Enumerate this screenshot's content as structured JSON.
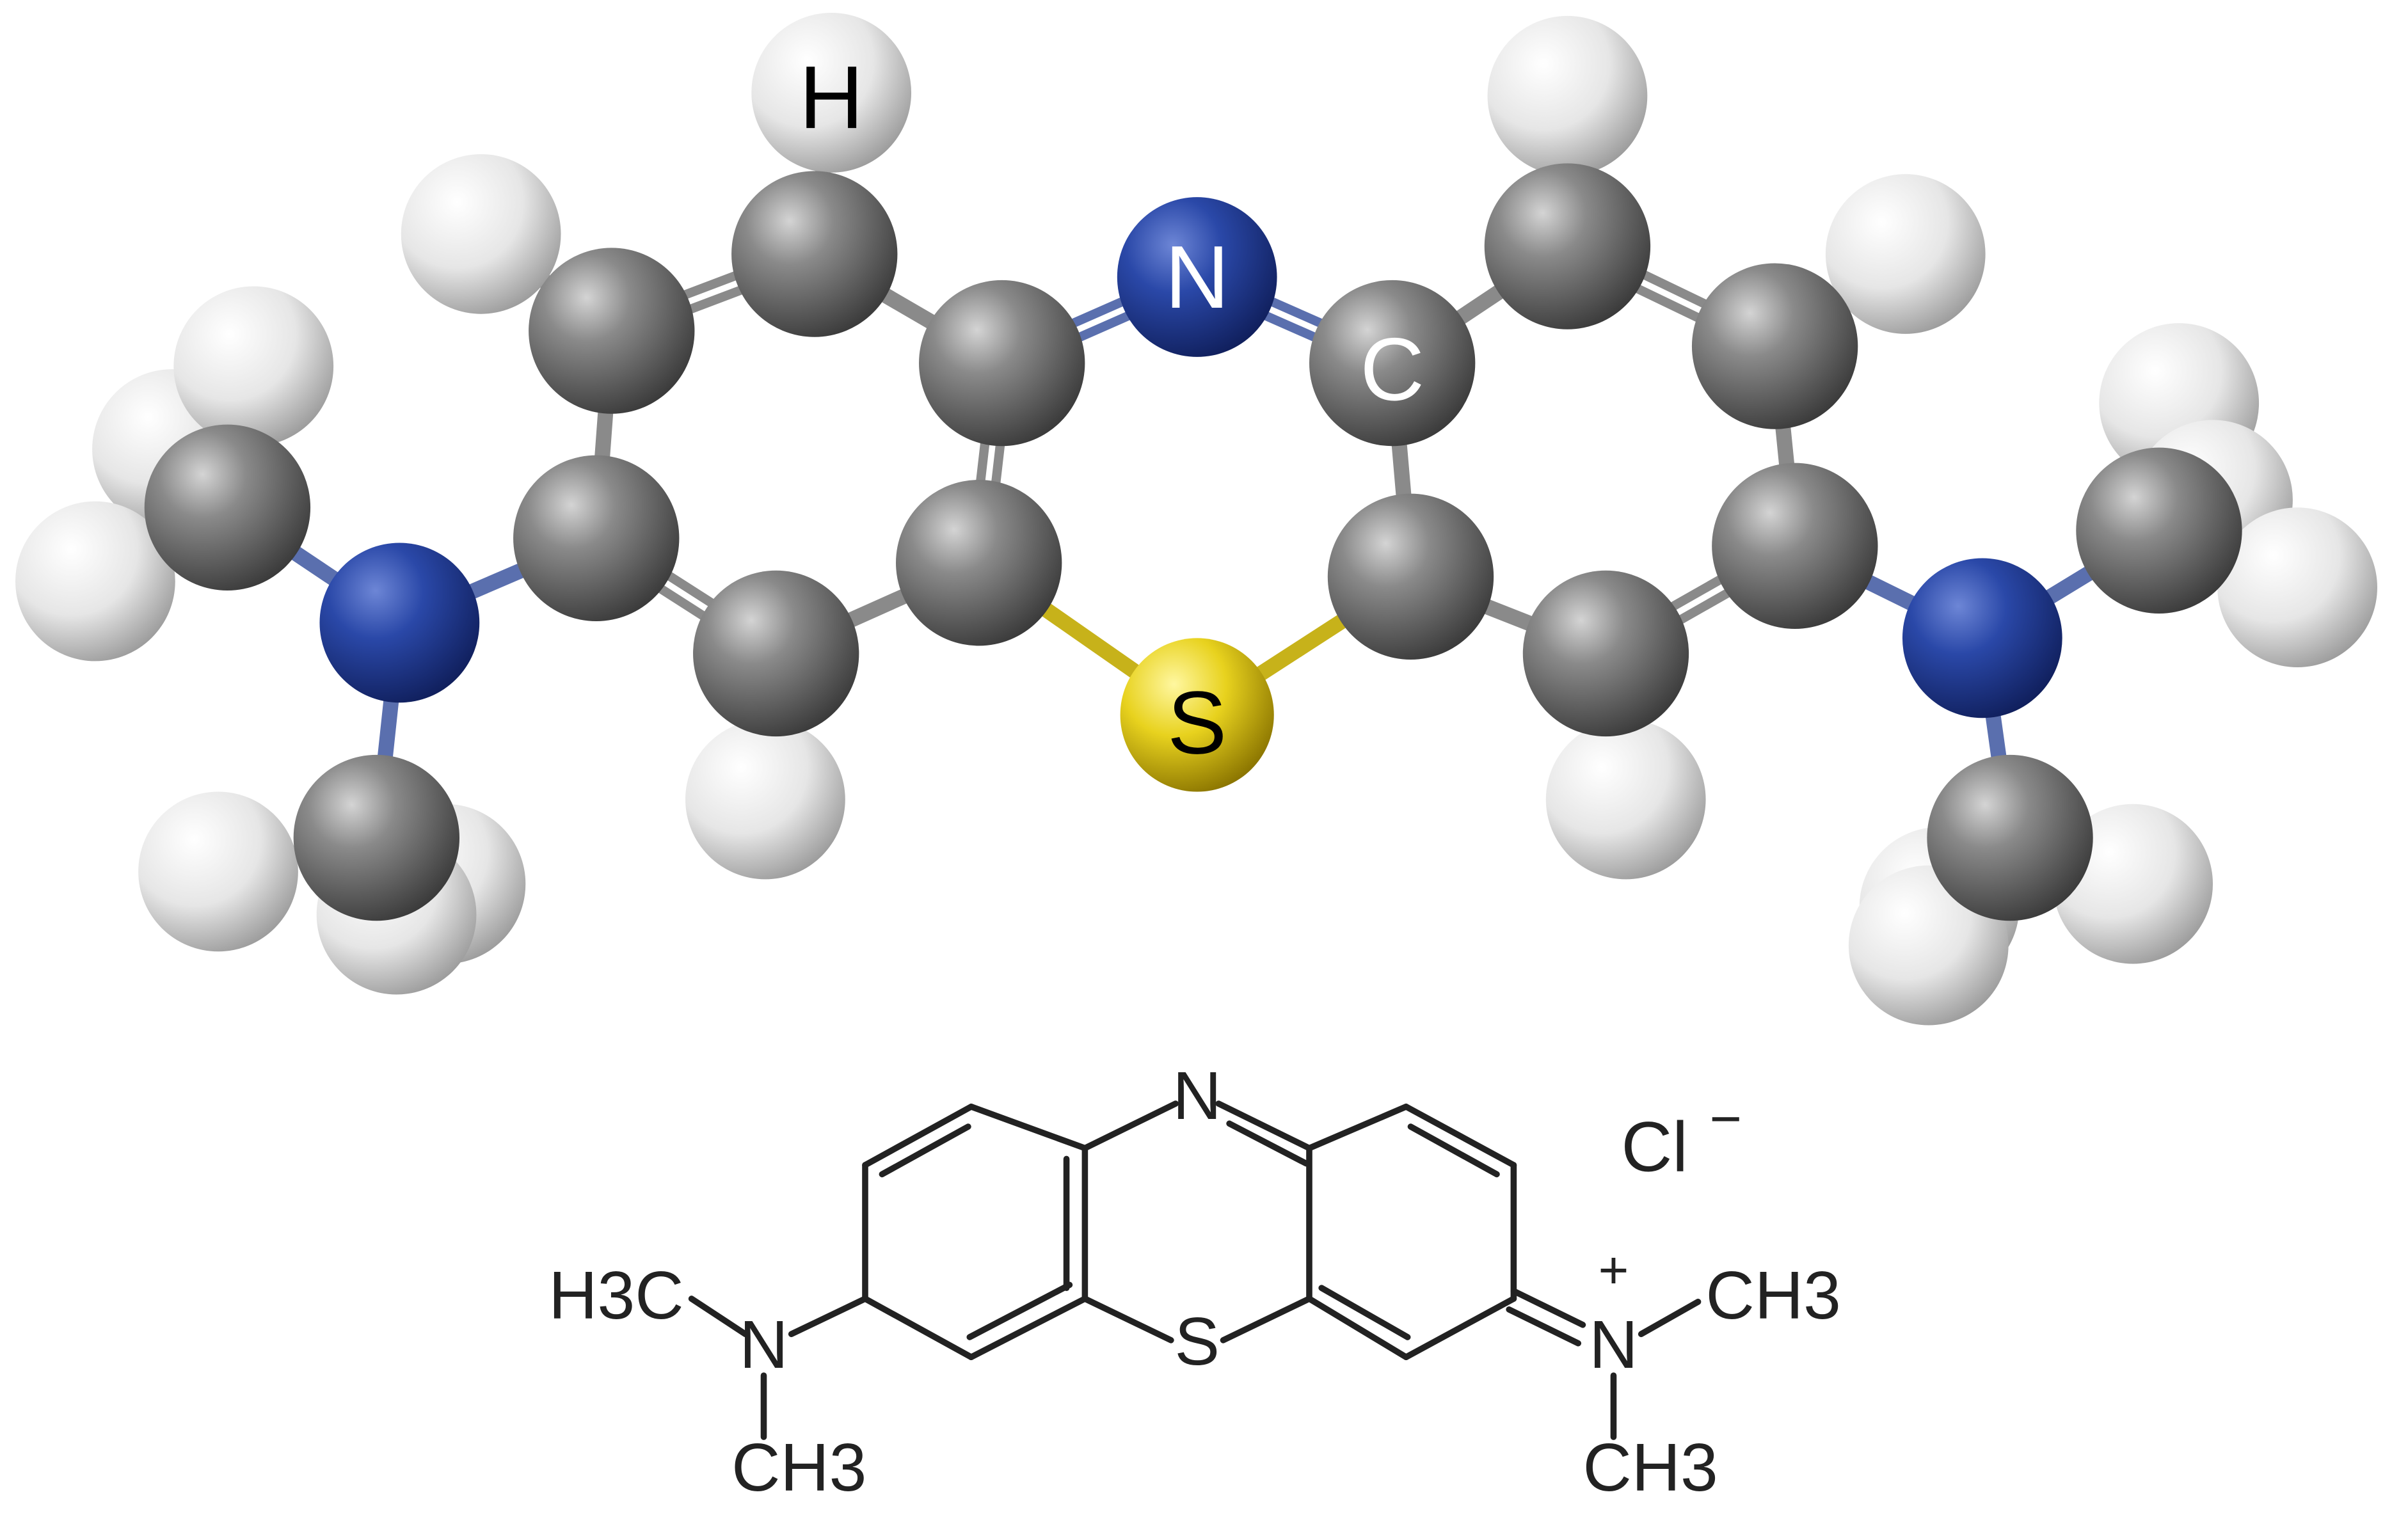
{
  "ball_and_stick": {
    "labels": {
      "hydrogen": "H",
      "nitrogen": "N",
      "carbon": "C",
      "sulfur": "S"
    },
    "colors": {
      "carbon": "#6e6e6e",
      "hydrogen": "#e9e9e9",
      "nitrogen": "#233f9c",
      "sulfur": "#e3cc1e",
      "bond": "#8a8a8a"
    }
  },
  "structural_formula": {
    "ring_n": "N",
    "ring_s": "S",
    "counter_ion": "Cl",
    "counter_ion_charge": "−",
    "left_n": "N",
    "left_methyl_top": "H3C",
    "left_methyl_bottom": "CH3",
    "right_n": "N",
    "right_charge": "+",
    "right_methyl_top": "CH3",
    "right_methyl_bottom": "CH3"
  }
}
